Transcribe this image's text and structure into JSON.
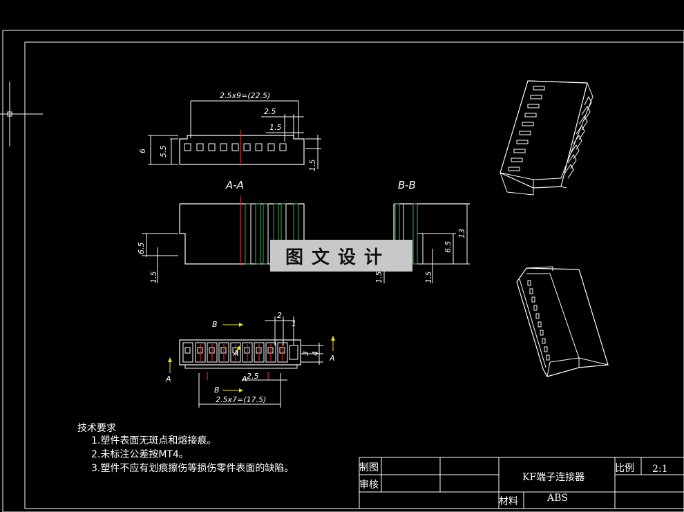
{
  "drawing": {
    "title": "KF端子连接器",
    "material_label": "材料",
    "material": "ABS",
    "scale_label": "比例",
    "scale": "2:1",
    "drawn_label": "制图",
    "check_label": "审核"
  },
  "sections": {
    "aa": "A-A",
    "bb": "B-B"
  },
  "dimensions": {
    "top_pitch": "2.5x9=(22.5)",
    "top_25": "2.5",
    "top_15": "1.5",
    "top_6": "6",
    "top_55": "5.5",
    "top_15b": "1.5",
    "aa_65": "6.5",
    "aa_15": "1.5",
    "bb_13": "13",
    "bb_65": "6.5",
    "bb_15a": "1.5",
    "bb_15b": "1.5",
    "plan_2": "2",
    "plan_1": "1",
    "plan_3": "3",
    "plan_4": "4",
    "plan_25": "2.5",
    "plan_pitch": "2.5x7=(17.5)",
    "lbl_a": "A",
    "lbl_b": "B"
  },
  "notes": {
    "heading": "技术要求",
    "items": [
      "1.塑件表面无斑点和熔接痕。",
      "2.未标注公差按MT4。",
      "3.塑件不应有划痕擦伤等损伤零件表面的缺陷。"
    ]
  },
  "watermark": "图文设计",
  "colors": {
    "background": "#000000",
    "line": "#ffffff",
    "section": "#39b54a",
    "center": "#e0282e",
    "arrow": "#f2e600"
  }
}
